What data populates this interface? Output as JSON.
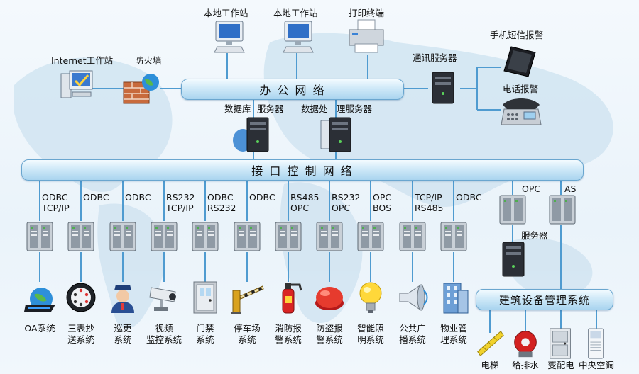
{
  "office": {
    "workstations": [
      "本地工作站",
      "本地工作站"
    ],
    "printer": "打印终端",
    "internet_ws": "Internet工作站",
    "firewall": "防火墙",
    "bus_label": "办 公 网 络",
    "comm_server": "通讯服务器",
    "mobile_alarm": "手机短信报警",
    "phone_alarm": "电话报警",
    "db_server_a": "数据库",
    "db_server_b": "服务器",
    "proc_server_a": "数据处",
    "proc_server_b": "理服务器"
  },
  "control": {
    "bus_label": "接 口 控 制 网 络",
    "protocols": [
      {
        "l1": "ODBC",
        "l2": "TCP/IP"
      },
      {
        "l1": "ODBC",
        "l2": ""
      },
      {
        "l1": "ODBC",
        "l2": ""
      },
      {
        "l1": "RS232",
        "l2": "TCP/IP"
      },
      {
        "l1": "ODBC",
        "l2": "RS232"
      },
      {
        "l1": "ODBC",
        "l2": ""
      },
      {
        "l1": "RS485",
        "l2": "OPC"
      },
      {
        "l1": "RS232",
        "l2": "OPC"
      },
      {
        "l1": "OPC",
        "l2": "BOS"
      },
      {
        "l1": "TCP/IP",
        "l2": "RS485"
      },
      {
        "l1": "ODBC",
        "l2": ""
      }
    ],
    "systems": [
      {
        "name": "OA系统",
        "icon": "router-icon"
      },
      {
        "name": "三表抄\n送系统",
        "icon": "meter-icon"
      },
      {
        "name": "巡更\n系统",
        "icon": "guard-icon"
      },
      {
        "name": "视频\n监控系统",
        "icon": "camera-icon"
      },
      {
        "name": "门禁\n系统",
        "icon": "door-icon"
      },
      {
        "name": "停车场\n系统",
        "icon": "barrier-icon"
      },
      {
        "name": "消防报\n警系统",
        "icon": "extinguisher-icon"
      },
      {
        "name": "防盗报\n警系统",
        "icon": "alarm-button-icon"
      },
      {
        "name": "智能照\n明系统",
        "icon": "bulb-icon"
      },
      {
        "name": "公共广\n播系统",
        "icon": "speaker-icon"
      },
      {
        "name": "物业管\n理系统",
        "icon": "building-icon"
      }
    ]
  },
  "bms": {
    "opc": "OPC",
    "as": "AS",
    "server": "服务器",
    "title": "建筑设备管理系统",
    "devices": [
      {
        "name": "电梯",
        "icon": "elevator-icon"
      },
      {
        "name": "给排水",
        "icon": "pump-icon"
      },
      {
        "name": "变配电",
        "icon": "power-cabinet-icon"
      },
      {
        "name": "中央空调",
        "icon": "air-conditioner-icon"
      }
    ]
  }
}
